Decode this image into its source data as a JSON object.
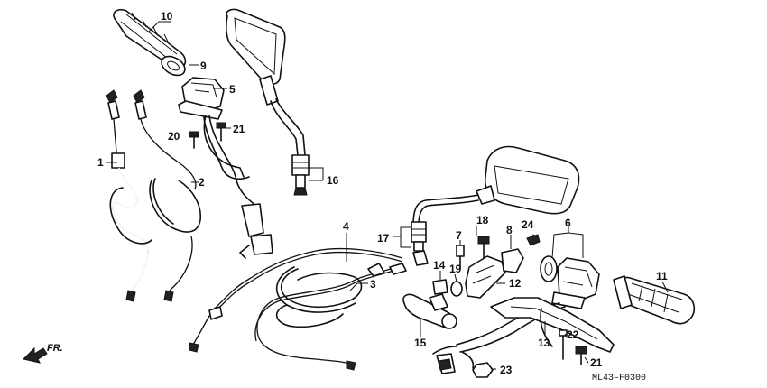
{
  "diagram": {
    "part_labels": [
      "1",
      "2",
      "3",
      "4",
      "5",
      "6",
      "7",
      "8",
      "9",
      "10",
      "11",
      "12",
      "13",
      "14",
      "15",
      "16",
      "17",
      "18",
      "19",
      "20",
      "21",
      "21",
      "22",
      "23",
      "24"
    ],
    "direction_label": "FR.",
    "drawing_code": "ML43–F0300"
  }
}
